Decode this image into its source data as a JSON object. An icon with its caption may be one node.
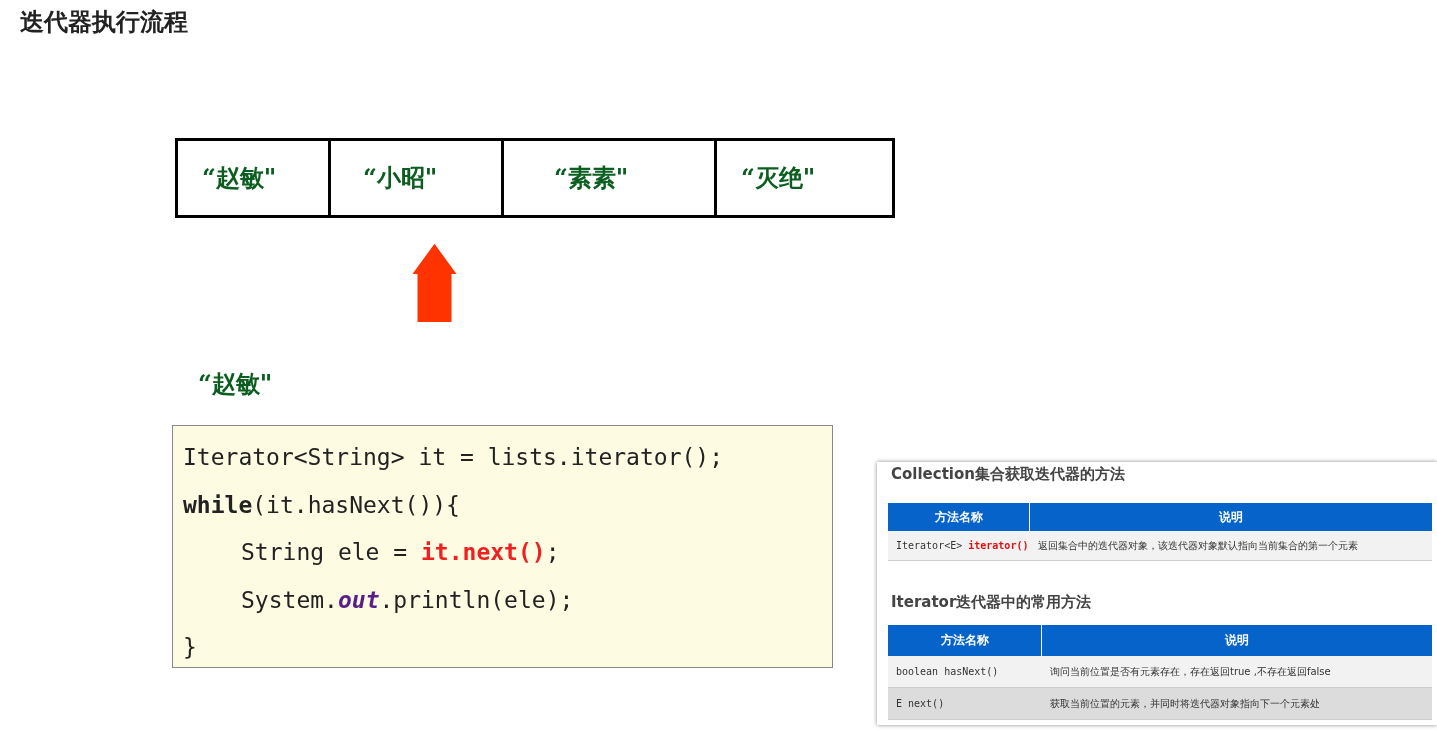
{
  "diagram": {
    "title": "迭代器执行流程",
    "nodes": [
      {
        "text": [
          "“赵敏\""
        ]
      },
      {
        "text": [
          "“小昭\""
        ]
      },
      {
        "text": [
          "“素素\""
        ]
      },
      {
        "text": [
          "“灭绝\""
        ]
      },
      {
        "text": [
          "Iterator<String> it = lists.iterator();",
          "**while**(it.hasNext()){",
          "String ele = **it.next()**;",
          "System.*out*.println(ele);",
          "}"
        ]
      }
    ],
    "edges": [
      {
        "from": null,
        "to": 1,
        "arrow": "to"
      }
    ],
    "labels": [
      "“赵敏\"",
      "Collection集合获取迭代器的方法",
      "方法名称",
      "说明",
      "Iterator<E> **iterator()**",
      "返回集合中的迭代器对象，该迭代器对象默认指向当前集合的第一个元素",
      "Iterator迭代器中的常用方法",
      "方法名称",
      "说明",
      "boolean hasNext()",
      "询问当前位置是否有元素存在，存在返回true ,不存在返回false",
      "E next()",
      "获取当前位置的元素，并同时将迭代器对象指向下一个元素处"
    ]
  }
}
